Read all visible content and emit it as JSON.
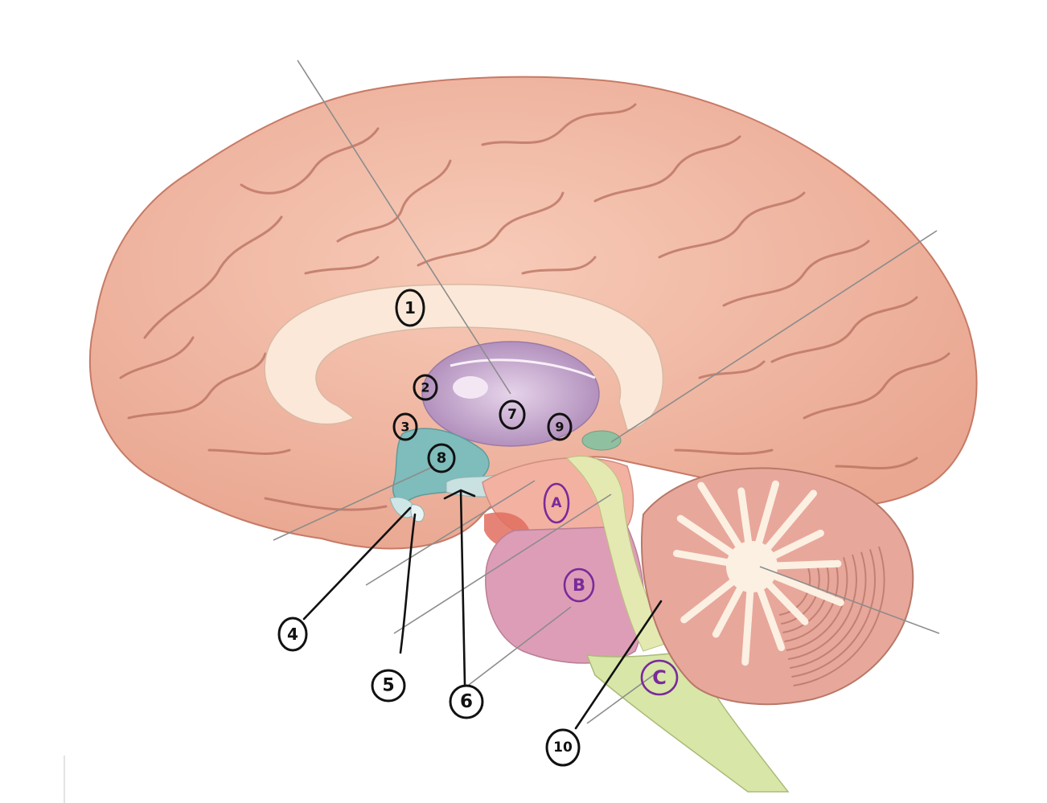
{
  "diagram": {
    "colors": {
      "cortex": "#f1b7a0",
      "gyrus_line": "#b86f5e",
      "corpus_callosum": "#fbe8d8",
      "thalamus": "#c9a6cf",
      "hypothalamus": "#7fbcbc",
      "midbrain": "#f3b1a2",
      "pons": "#de9db6",
      "medulla": "#d8e6a8",
      "cerebellum": "#e8a79b",
      "arbor_vitae": "#fbf0e2",
      "black_label": "#111111",
      "purple_label": "#7a2a9a",
      "leader_line": "#8c8c8c"
    },
    "black_labels": [
      {
        "id": "1",
        "text": "1"
      },
      {
        "id": "2",
        "text": "2"
      },
      {
        "id": "3",
        "text": "3"
      },
      {
        "id": "4",
        "text": "4"
      },
      {
        "id": "5",
        "text": "5"
      },
      {
        "id": "6",
        "text": "6"
      },
      {
        "id": "7",
        "text": "7"
      },
      {
        "id": "8",
        "text": "8"
      },
      {
        "id": "9",
        "text": "9"
      },
      {
        "id": "10",
        "text": "10"
      }
    ],
    "purple_labels": [
      {
        "id": "A",
        "text": "A"
      },
      {
        "id": "B",
        "text": "B"
      },
      {
        "id": "C",
        "text": "C"
      }
    ]
  }
}
